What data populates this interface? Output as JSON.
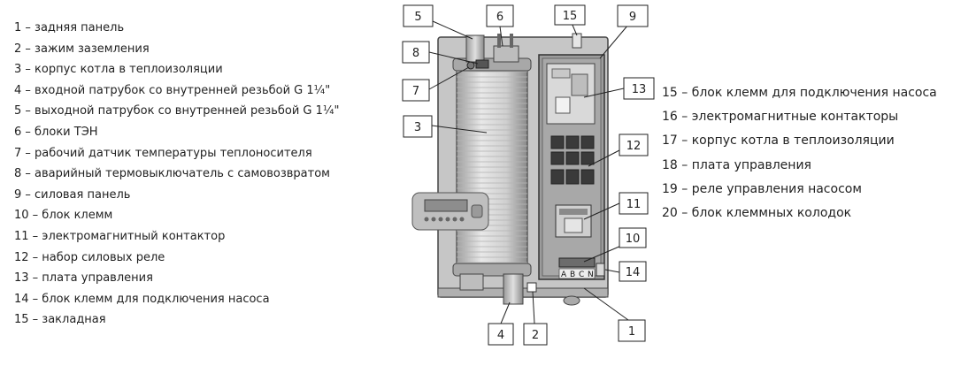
{
  "legend_left": [
    "1 – задняя панель",
    "2 – зажим заземления",
    "3 – корпус котла в теплоизоляции",
    "4 – входной патрубок со внутренней резьбой G 1¼\"",
    "5 –  выходной патрубок со внутренней резьбой G 1¼\"",
    "6 – блоки ТЭН",
    "7 – рабочий датчик температуры теплоносителя",
    "8 – аварийный термовыключатель с самовозвратом",
    "9 – силовая панель",
    "10 – блок клемм",
    "11 – электромагнитный контактор",
    "12 – набор силовых реле",
    "13 – плата управления",
    "14 – блок клемм для подключения насоса",
    "15 – закладная"
  ],
  "legend_right": [
    "15 – блок клемм для подключения насоса",
    "16 – электромагнитные контакторы",
    "17 – корпус котла в теплоизоляции",
    "18 – плата управления",
    "19 – реле управления насосом",
    "20 – блок клеммных колодок"
  ],
  "callouts": {
    "c1": "1",
    "c2": "2",
    "c3": "3",
    "c4": "4",
    "c5": "5",
    "c6": "6",
    "c7": "7",
    "c8": "8",
    "c9": "9",
    "c10": "10",
    "c11": "11",
    "c12": "12",
    "c13": "13",
    "c14": "14",
    "c15": "15"
  },
  "terminal_letters": [
    "A",
    "B",
    "C",
    "N"
  ],
  "colors": {
    "panel": "#c4c4c4",
    "panel_dark": "#8c8c8c",
    "cylinder": "#d9d9d9",
    "stroke": "#333333"
  }
}
